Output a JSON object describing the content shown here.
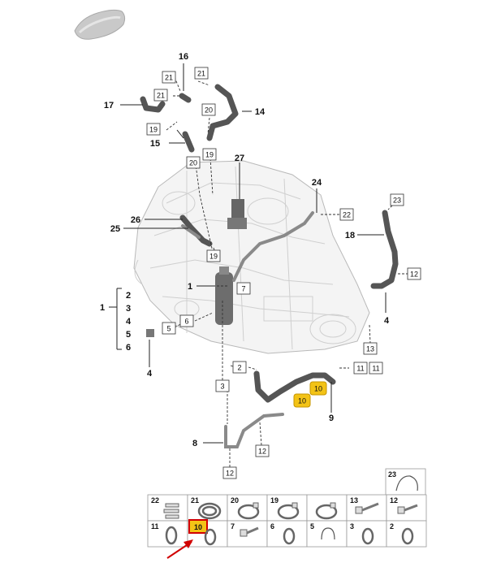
{
  "callouts": {
    "c1": "1",
    "c2": "2",
    "c3": "3",
    "c4": "4",
    "c5": "5",
    "c6": "6",
    "c4b": "4",
    "c4c": "4",
    "c7": "7",
    "c8": "8",
    "c9": "9",
    "c10a": "10",
    "c10b": "10",
    "c11a": "11",
    "c11b": "11",
    "c12a": "12",
    "c12b": "12",
    "c12c": "12",
    "c13": "13",
    "c14": "14",
    "c15": "15",
    "c16": "16",
    "c17": "17",
    "c18": "18",
    "c19a": "19",
    "c19b": "19",
    "c19c": "19",
    "c20a": "20",
    "c20b": "20",
    "c21a": "21",
    "c21b": "21",
    "c21c": "21",
    "c22": "22",
    "c23": "23",
    "c24": "24",
    "c25": "25",
    "c26": "26",
    "c27": "27",
    "c2b": "2",
    "c3b": "3",
    "c5b": "5",
    "c6b": "6"
  },
  "group_list": [
    "2",
    "3",
    "4",
    "5",
    "6"
  ],
  "legend": {
    "top": "23",
    "row1": [
      "22",
      "21",
      "20",
      "19",
      "13",
      "12"
    ],
    "row2": [
      "11",
      "10",
      "7",
      "6",
      "5",
      "3",
      "2"
    ],
    "selected": "10"
  },
  "colors": {
    "highlight": "#f3c316",
    "selection_border": "#d10000",
    "pointer": "#d10000"
  }
}
